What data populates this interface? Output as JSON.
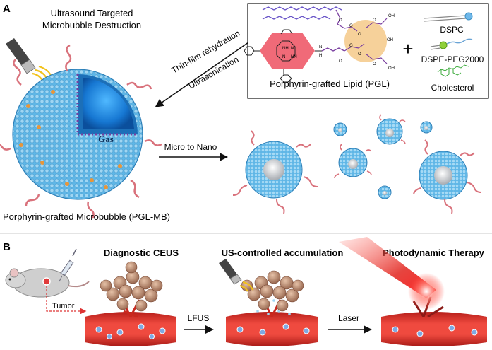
{
  "panel_a": {
    "letter": "A",
    "utmd_line1": "Ultrasound Targeted",
    "utmd_line2": "Microbubble Destruction",
    "gas_label": "Gas",
    "rehydration": "Thin-film rehydration",
    "ultrasonication": "Ultrasonication",
    "micro_to_nano": "Micro to Nano",
    "pglmb_caption": "Porphyrin-grafted Microbubble (PGL-MB)",
    "pgl_caption": "Porphyrin-grafted Lipid (PGL)",
    "plus": "+",
    "dspc": "DSPC",
    "dspe": "DSPE-PEG2000",
    "cholesterol": "Cholesterol",
    "oh1": "OH",
    "oh2": "OH",
    "oh3": "OH",
    "o_atoms": [
      "O",
      "O",
      "O",
      "O",
      "O",
      "O",
      "O",
      "O"
    ],
    "nh": "NH",
    "n": "N",
    "hn": "HN",
    "n2": "N",
    "nh_link": "H",
    "n_link": "N"
  },
  "panel_b": {
    "letter": "B",
    "diagnostic": "Diagnostic CEUS",
    "us_controlled": "US-controlled accumulation",
    "pdt": "Photodynamic Therapy",
    "tumor": "Tumor",
    "lfus": "LFUS",
    "laser": "Laser"
  },
  "colors": {
    "bubble_blue": "#5fb6e6",
    "lipid_orange": "#e8963a",
    "helix_pink": "#d9727c",
    "porphyrin_red": "#f06a78",
    "vessel_red": "#d8342c",
    "laser_red": "#e3302a",
    "core_orange": "#f6d19a"
  }
}
